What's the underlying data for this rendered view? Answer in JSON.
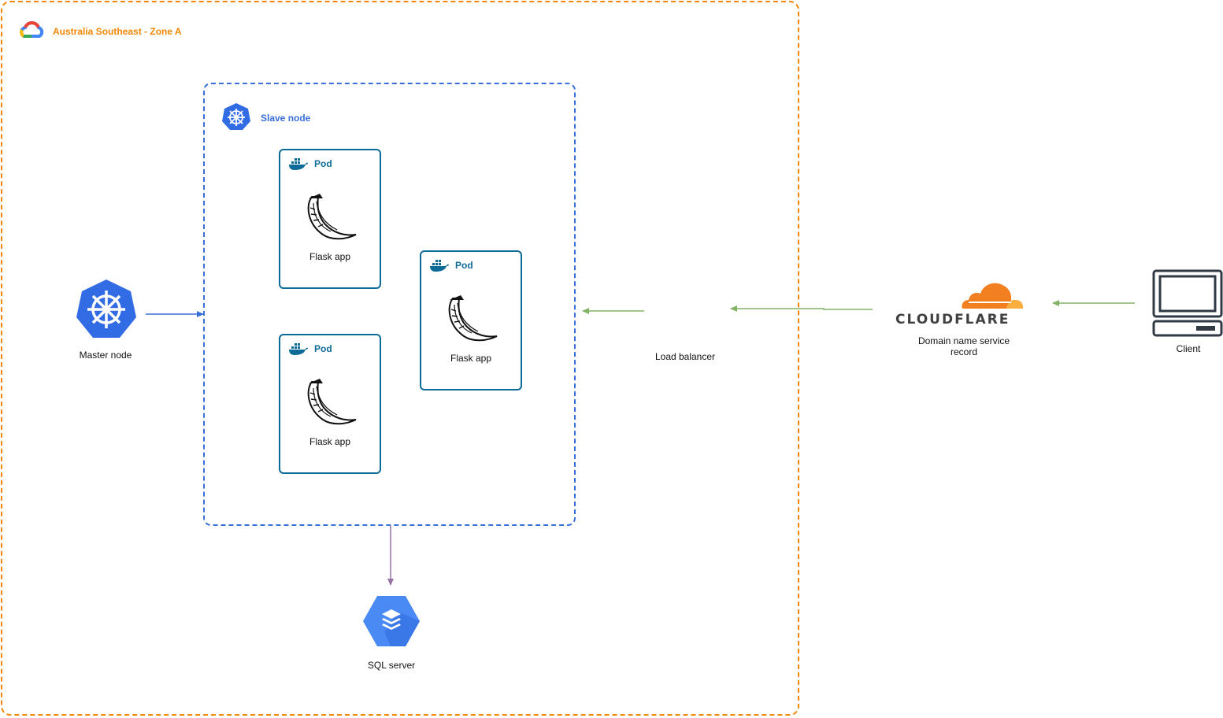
{
  "zone": {
    "label": "Australia Southeast - Zone A",
    "color": "#f08705"
  },
  "slave_node": {
    "label": "Slave node",
    "color": "#3b6fd8"
  },
  "pods": [
    {
      "label": "Pod",
      "app": "Flask app"
    },
    {
      "label": "Pod",
      "app": "Flask app"
    },
    {
      "label": "Pod",
      "app": "Flask app"
    }
  ],
  "master_node": {
    "label": "Master node"
  },
  "sql_server": {
    "label": "SQL server"
  },
  "load_balancer": {
    "label": "Load balancer"
  },
  "cloudflare": {
    "wordmark": "CLOUDFLARE",
    "label": "Domain name service record"
  },
  "client": {
    "label": "Client"
  },
  "icons": {
    "zone": "google-cloud-icon",
    "slave_node": "kubernetes-icon",
    "master_node": "kubernetes-icon",
    "pod": "docker-icon",
    "app": "flask-icon",
    "sql": "cloud-sql-icon",
    "cloudflare": "cloudflare-cloud-icon",
    "client": "computer-terminal-icon"
  },
  "colors": {
    "kubernetes": "#326ce5",
    "pod_border": "#0d6b98",
    "arrow_green": "#82b366",
    "arrow_purple": "#9673a6",
    "cloudflare_orange": "#f38020",
    "cloudflare_light": "#faae40"
  }
}
